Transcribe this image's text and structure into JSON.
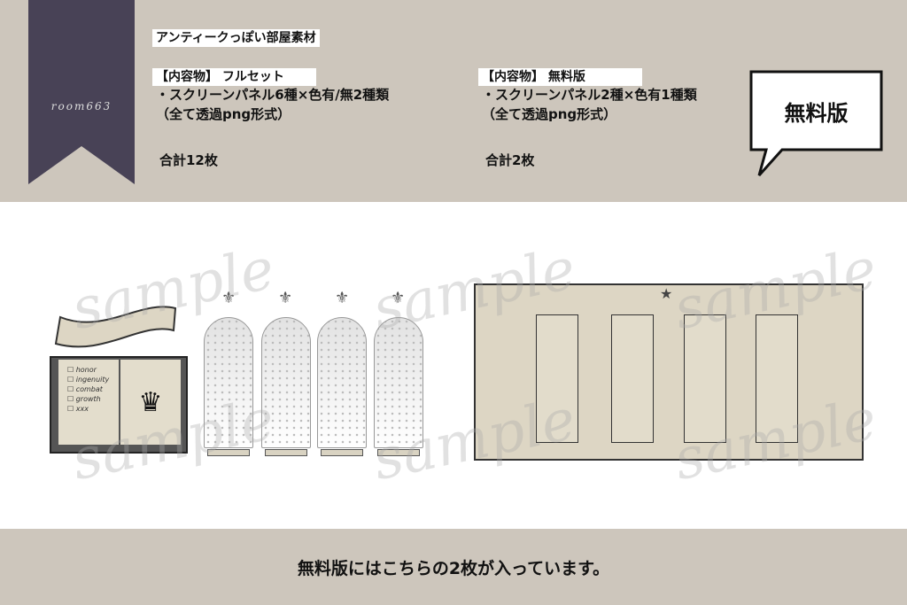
{
  "brand": "room663",
  "title": "アンティークっぽい部屋素材",
  "full": {
    "heading": "【内容物】 フルセット",
    "line1": "・スクリーンパネル6種×色有/無2種類",
    "line2": "（全て透過png形式）",
    "total": "合計12枚"
  },
  "free": {
    "heading": "【内容物】 無料版",
    "line1": "・スクリーンパネル2種×色有1種類",
    "line2": "（全て透過png形式）",
    "total": "合計2枚"
  },
  "badge": "無料版",
  "watermark": "sample",
  "checklist": [
    "honor",
    "ingenuity",
    "combat",
    "growth",
    "xxx"
  ],
  "footer": "無料版にはこちらの2枚が入っています。",
  "colors": {
    "band": "#cdc6bc",
    "ribbon": "#484256",
    "parchment": "#ddd6c4"
  }
}
